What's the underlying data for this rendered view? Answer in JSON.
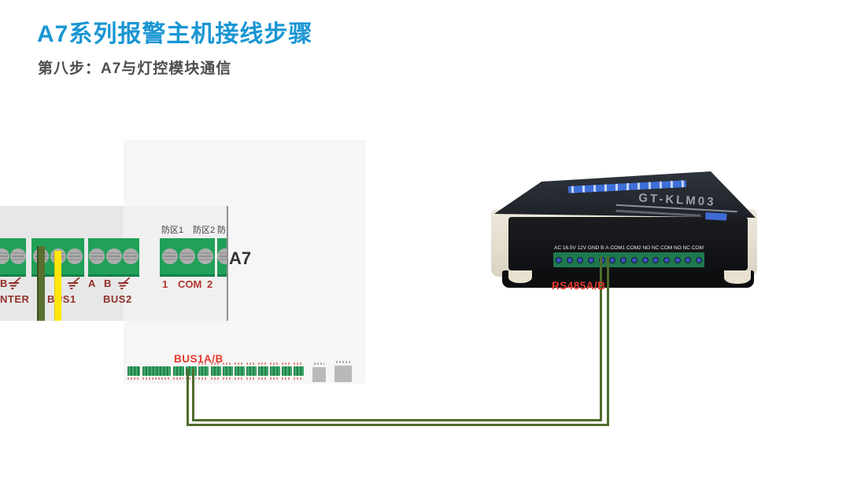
{
  "header": {
    "title": "A7系列报警主机接线步骤",
    "subtitle": "第八步：A7与灯控模块通信"
  },
  "inset": {
    "zones": [
      "防区1",
      "防区2",
      "防"
    ],
    "b1_top": "B",
    "b1_bottom": "NTER",
    "bus1": "BUS1",
    "a": "A",
    "b": "B",
    "bus2": "BUS2",
    "pin_1": "1",
    "pin_com": "COM",
    "pin_2": "2"
  },
  "board": {
    "a7": "A7",
    "bus_label": "BUS1A/B"
  },
  "device": {
    "model": "GT-KLM03",
    "rs485_label": "RS485A/B",
    "terminals": [
      "AC",
      "16.5V",
      "12V",
      "GND",
      "B",
      "A",
      "COM1",
      "COM2",
      "NO",
      "NC",
      "COM",
      "NO",
      "NC",
      "COM"
    ]
  },
  "colors": {
    "title_blue": "#1a96d3",
    "label_dark_red": "#93302a",
    "annotation_red": "#e6392c",
    "terminal_green": "#21a058",
    "wire_olive_green": "#4f6c2c",
    "wire_yellow": "#ffe70c",
    "device_cream": "#e5dfcf",
    "device_lid_dark": "#23272e",
    "lid_strip_blue": "#3e6fd9"
  }
}
